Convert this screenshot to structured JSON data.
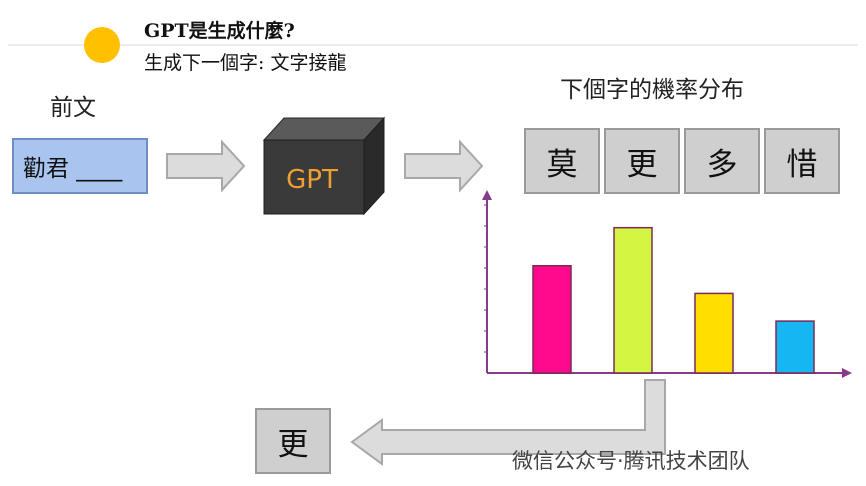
{
  "header": {
    "line1": "GPT是生成什麼?",
    "line2": "生成下一個字: 文字接龍"
  },
  "context": {
    "label": "前文",
    "text": "勸君 ____"
  },
  "model": {
    "label": "GPT"
  },
  "distribution": {
    "label": "下個字的機率分布",
    "candidates": [
      "莫",
      "更",
      "多",
      "惜"
    ]
  },
  "output": {
    "char": "更"
  },
  "watermark": "微信公众号·腾讯技术团队",
  "colors": {
    "context_box": "#a8c4ef",
    "gpt_cube": "#3a3a3a",
    "gpt_text": "#f0a030",
    "axis": "#8a3a8a",
    "sun": "#ffc000"
  },
  "chart_data": {
    "type": "bar",
    "categories": [
      "莫",
      "更",
      "多",
      "惜"
    ],
    "values": [
      0.62,
      0.84,
      0.46,
      0.3
    ],
    "colors": [
      "#ff0a8c",
      "#d4f542",
      "#ffde00",
      "#16b6f2"
    ],
    "ylim": [
      0,
      1
    ],
    "grid": false
  }
}
